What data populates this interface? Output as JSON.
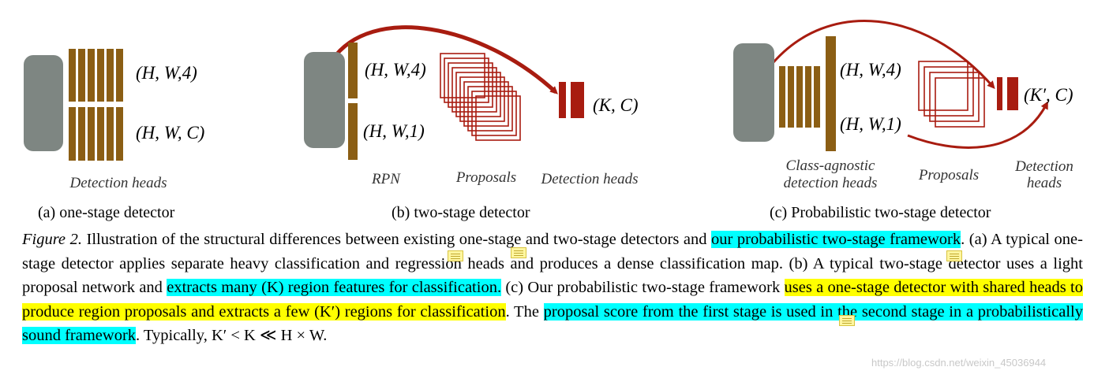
{
  "figure": {
    "panel_a": {
      "label_top": "(H, W,4)",
      "label_bottom": "(H, W, C)",
      "heads_label": "Detection heads",
      "caption": "(a) one-stage detector"
    },
    "panel_b": {
      "label_top": "(H, W,4)",
      "label_bottom": "(H, W,1)",
      "rpn_label": "RPN",
      "proposals_label": "Proposals",
      "heads_label": "Detection heads",
      "output_label": "(K, C)",
      "caption": "(b) two-stage detector"
    },
    "panel_c": {
      "label_top": "(H, W,4)",
      "label_bottom": "(H, W,1)",
      "heads_label_line1": "Class-agnostic",
      "heads_label_line2": "detection heads",
      "proposals_label": "Proposals",
      "det_label_line1": "Detection",
      "det_label_line2": "heads",
      "output_label": "(K′, C)",
      "caption": "(c) Probabilistic two-stage detector"
    },
    "colors": {
      "backbone": "#7e8682",
      "heads": "#8b5e14",
      "proposal": "#a81c10",
      "arrow": "#a81c10"
    }
  },
  "caption": {
    "label": "Figure 2.",
    "t1": " Illustration of the structural differences between existing one-stage and two-stage detectors and ",
    "h1": "our probabilistic two-stage framework",
    "t2": ". (a) A typical one-stage detector applies separate heavy classification and regression heads and produces a dense classification map. (b) A typical two-stage detector uses a light proposal network and ",
    "h2": "extracts many (K) region features for classification.",
    "t3": " (c) Our probabilistic two-stage framework ",
    "h3": "uses a one-stage detector with shared heads to produce region proposals and extracts a few (K′) regions for classification",
    "t4": ". The ",
    "h4": "proposal score from the first stage is used in the second stage in a probabilistically sound framework",
    "t5": ". Typically, K′ < K ≪ H × W."
  },
  "watermark": "https://blog.csdn.net/weixin_45036944"
}
